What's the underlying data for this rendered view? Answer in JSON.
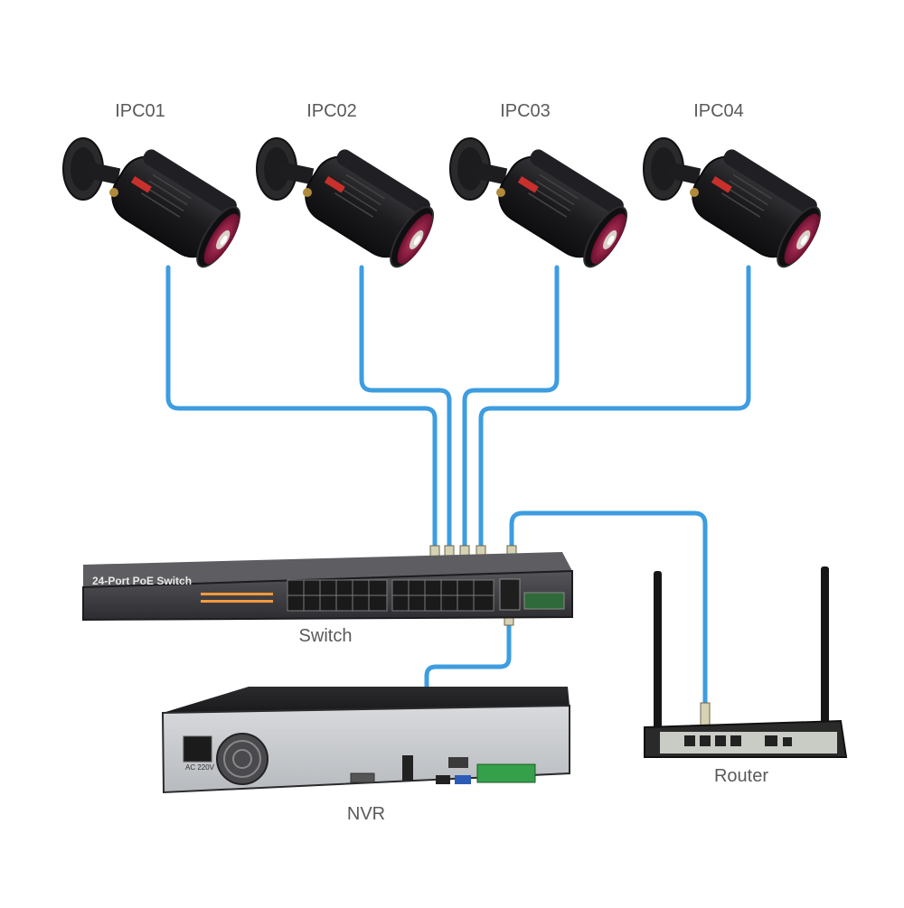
{
  "labels": {
    "camera_1": "IPC01",
    "camera_2": "IPC02",
    "camera_3": "IPC03",
    "camera_4": "IPC04",
    "switch": "Switch",
    "router": "Router",
    "nvr": "NVR"
  },
  "switch_panel": {
    "title": "24-Port PoE Switch"
  },
  "nvr_panel": {
    "power_label": "AC 220V"
  },
  "colors": {
    "cable": "#3d9de0",
    "camera_body": "#1f1f22",
    "camera_lens_ring": "#7a1535",
    "switch_body": "#3a3a3e",
    "nvr_face": "#c9ccd0",
    "router_body": "#2a2a2a",
    "label_text": "#5a5a5a"
  },
  "icons": [
    "bullet-camera-icon",
    "poe-switch-icon",
    "nvr-recorder-icon",
    "wifi-router-icon",
    "rj45-connector-icon"
  ]
}
